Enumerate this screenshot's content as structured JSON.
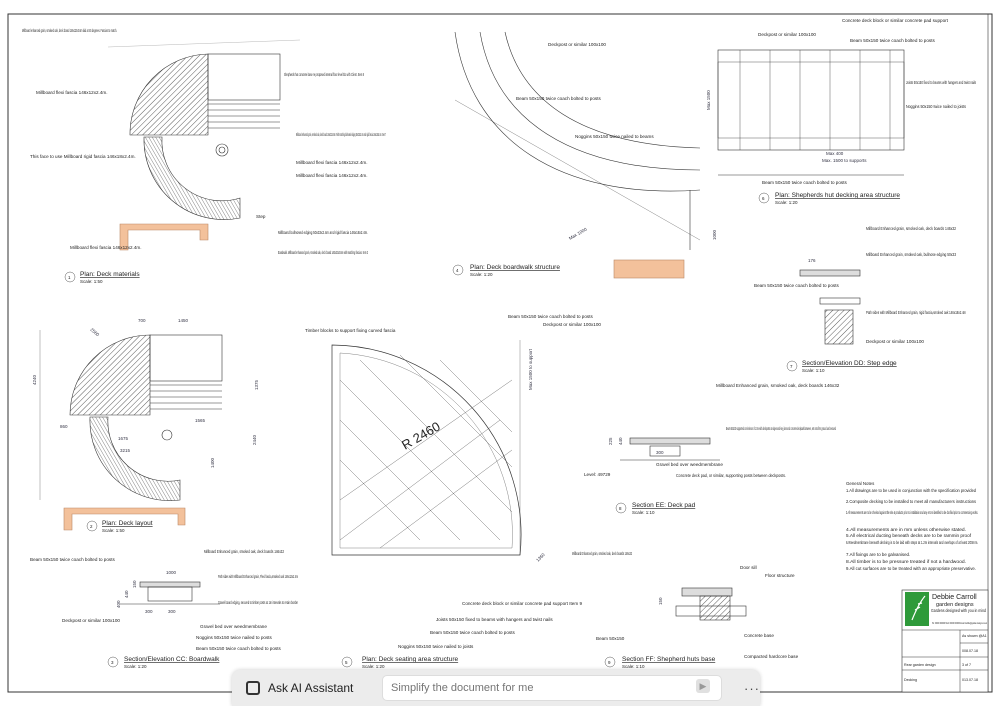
{
  "drawings": [
    {
      "num": "1",
      "title": "Plan: Deck materials",
      "scale": "Scale: 1:50"
    },
    {
      "num": "4",
      "title": "Plan: Deck boardwalk structure",
      "scale": "Scale: 1:20"
    },
    {
      "num": "6",
      "title": "Plan: Shepherds hut decking area structure",
      "scale": "Scale: 1:20"
    },
    {
      "num": "7",
      "title": "Section/Elevation DD: Step edge",
      "scale": "Scale: 1:10"
    },
    {
      "num": "2",
      "title": "Plan: Deck layout",
      "scale": "Scale: 1:50"
    },
    {
      "num": "8",
      "title": "Section EE: Deck pad",
      "scale": "Scale: 1:10"
    },
    {
      "num": "3",
      "title": "Section/Elevation CC: Boardwalk",
      "scale": "Scale: 1:20"
    },
    {
      "num": "5",
      "title": "Plan: Deck seating area structure",
      "scale": "Scale: 1:20"
    },
    {
      "num": "9",
      "title": "Section FF: Shepherd huts base",
      "scale": "Scale: 1:10"
    }
  ],
  "annotations": {
    "a1": "Millboard enhanced grain, smoked oak, deck board 146x32x3.6m laid at 45 degrees. Fascias to match.",
    "a2": "Millboard flexi fascia 146x12x2.4m.",
    "a3": "This face to use Millboard rigid fascia 146x18x2.4m.",
    "a4": "Millboard flexi fascia 146x12x2.4m.",
    "a5": "Shepherds hut concrete base re proposed internal floor level tbc with Client. Item 8",
    "a6": "Millboard enhanced grain, smoked oak, deck board 146x32x3.6m. With matching bullnosed edging 50x33x2.4m and rigid fascia 146x18x2.4m. Item 7",
    "a7": "Millboard flexi fascia 146x12x2.4m.",
    "a8": "Millboard flexi fascia 146x12x2.4m.",
    "a9": "Millboard bullnosed edging 50x33x2.4m and rigid fascia 146x18x2.4m.",
    "a10": "Boardwalk. Millboard enhanced grain, smoked oak, deck board 146x32x3.6m with matching fascias. Item 3",
    "step": "Step",
    "b1": "Deckpost or similar 100x100",
    "b2": "Beam 50x150 twice coach bolted to posts",
    "b3": "Noggins 50x150 twice nailed to beams",
    "c1": "Concrete deck block or similar concrete pad support",
    "c2": "Deckpost or similar 100x100",
    "c3": "Beam 50x150 twice coach bolted to posts",
    "c4": "Joists 50x150 fixed to beams with hangers and twist nails",
    "c5": "Noggins 50x150 twice nailed to joists",
    "c6": "Beam 50x150 twice coach bolted to posts",
    "d1": "Millboard Enhanced grain, smoked oak, deck boards 146x32",
    "d2": "Millboard Enhanced grain, smoked oak, bullnose edging 50x33",
    "d3": "Beam 50x150 twice coach bolted to posts",
    "d4": "Path sides with Millboard Enhanced grain, rigid fascia,smoked oak 146x18x2.4m",
    "d5": "Deckpost or similar 100x100",
    "e1": "Timber blocks to support fixing curved fascia",
    "e2": "Beam 50x150 twice coach bolted to posts",
    "e3": "Deckpost or similar 100x100",
    "e4": "Concrete deck block or similar concrete pad support Item 9",
    "e5": "Joists 50x150 fixed to beams with hangers and twist nails",
    "e6": "Beam 50x150 twice coach bolted to posts",
    "e7": "Noggins 50x150 twice nailed to joists",
    "radius": "R 2460",
    "f1": "Millboard Enhanced grain, smoked oak, deck boards 146x32",
    "f2": "Beam 50x150 supported at minimum of 1.5m with deckposts at edges and key joins and concrete deckpads between, set onto firm ground and secured",
    "f3": "Gravel bed over weedmembrane",
    "f4": "Concrete deck pad, or similar, supporting posts between deckposts.",
    "f5": "Level: 49729",
    "g1": "Beam 50x150 twice coach bolted to posts",
    "g2": "Millboard Enhanced grain, smoked oak, deck boards 146x32",
    "g3": "Path sides with Millboard Enhanced grain, Flexi fascia,smoked oak 146x12x2.4m",
    "g4": "Gravel board edging, secured to timber posts at 1m intervals to retain border",
    "g5": "Gravel bed over weedmembrane",
    "g6": "Noggins 50x150 twice nailed to posts",
    "g7": "Beam 50x150 twice coach bolted to posts",
    "g8": "Deckpost or similar 100x100",
    "h1": "Millboard Enhanced grain, smoked oak, deck boards 146x32",
    "h2": "Door sill",
    "h3": "Floor structure",
    "h4": "Beam 50x150",
    "h5": "Concrete base",
    "h6": "Compacted hardcore base"
  },
  "dimensions": [
    "700",
    "1450",
    "4240",
    "2560",
    "1375",
    "860",
    "1675",
    "3215",
    "1565",
    "1400",
    "2440",
    "1000",
    "300",
    "300",
    "440",
    "150",
    "400",
    "Max 400",
    "Max. 1500 to supports",
    "Max 1500",
    "Max 1500 to support",
    "176",
    "Max 1000",
    "225",
    "300",
    "440",
    "150",
    "1000",
    "1360"
  ],
  "notes": {
    "heading": "General Notes",
    "items": [
      "1.All drawings are to be used in conjunction with the specification provided",
      "2.Composite decking to be installed to meet all manufacturers instructions",
      "3.All measurements are to be checked against the site & products prior to installation and any errors identified to be clarified prior to commencing works.",
      "4.All measurements are in mm unless otherwise stated.",
      "5.All electrical ducting beneath decks are to be rammin proof",
      "6.Weedmembrane beneath decking is to be laid with steps at 1.2m intervals and overlaps of at least 200mm.",
      "7.All fixings are to be galvanised.",
      "8.All timber is to be pressure treated if not a hardwood.",
      "9.All cut surfaces are to be treated with an appropriate preservative."
    ]
  },
  "title_block": {
    "company": "Debbie Carroll",
    "subtitle": "garden designs",
    "tagline": "Gardens designed with you in mind",
    "contact": "Tel: 00000 000000  Mob: 00000 000000  Email: debbie@garden-designs.co.uk",
    "scale": "As shown @A1",
    "date1": "008.07.18",
    "project": "Rear garden design",
    "sheet": "3 of 7",
    "drawing": "Decking",
    "date2": "013.07.18",
    "brand_color": "#2e9a3a"
  },
  "ai_assistant": {
    "label": "Ask AI Assistant",
    "placeholder": "Simplify the document for me",
    "more": "···"
  }
}
